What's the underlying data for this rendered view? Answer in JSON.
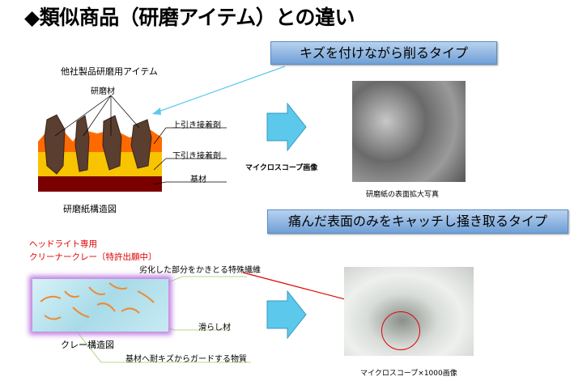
{
  "title": "◆類似商品（研磨アイテム）との違い",
  "top": {
    "heading": "他社製品研磨用アイテム",
    "abrasive_label": "研磨材",
    "layer_labels": [
      "上引き接着剤",
      "下引き接着剤",
      "基材"
    ],
    "caption": "研磨紙構造図",
    "banner": "キズを付けながら削るタイプ",
    "microscope_label": "マイクロスコープ画像",
    "photo_caption": "研磨紙の表面拡大写真"
  },
  "bottom": {
    "product_line1": "ヘッドライト専用",
    "product_line2": "クリーナークレー〔特許出願中〕",
    "labels": [
      "劣化した部分をかきとる特殊繊維",
      "滑らし材",
      "基材へ耐キズからガードする物質"
    ],
    "caption": "クレー構造図",
    "banner": "痛んだ表面のみをキャッチし掻き取るタイプ",
    "photo_caption": "マイクロスコープ×1000画像"
  },
  "colors": {
    "banner": "#8fb6e4",
    "arrow": "#5bc8ec",
    "highlight": "#e00000"
  }
}
